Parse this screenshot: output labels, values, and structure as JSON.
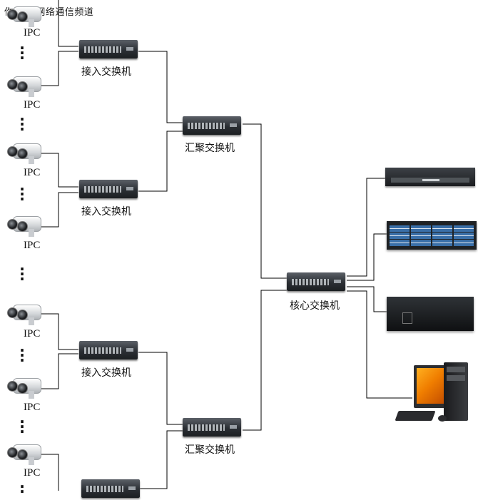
{
  "watermark": "你的 • 网络通信频道",
  "cameras": {
    "label": "IPC",
    "count": 7
  },
  "switches": {
    "access_label": "接入交换机",
    "aggregation_label": "汇聚交换机",
    "core_label": "核心交换机"
  },
  "colors": {
    "line": "#000000",
    "switch_body": "#2b2f34",
    "screen_accent": "#f07e00"
  },
  "icons": [
    "ip-camera-icon",
    "network-switch-icon",
    "dvr-icon",
    "storage-array-icon",
    "server-icon",
    "workstation-icon"
  ]
}
